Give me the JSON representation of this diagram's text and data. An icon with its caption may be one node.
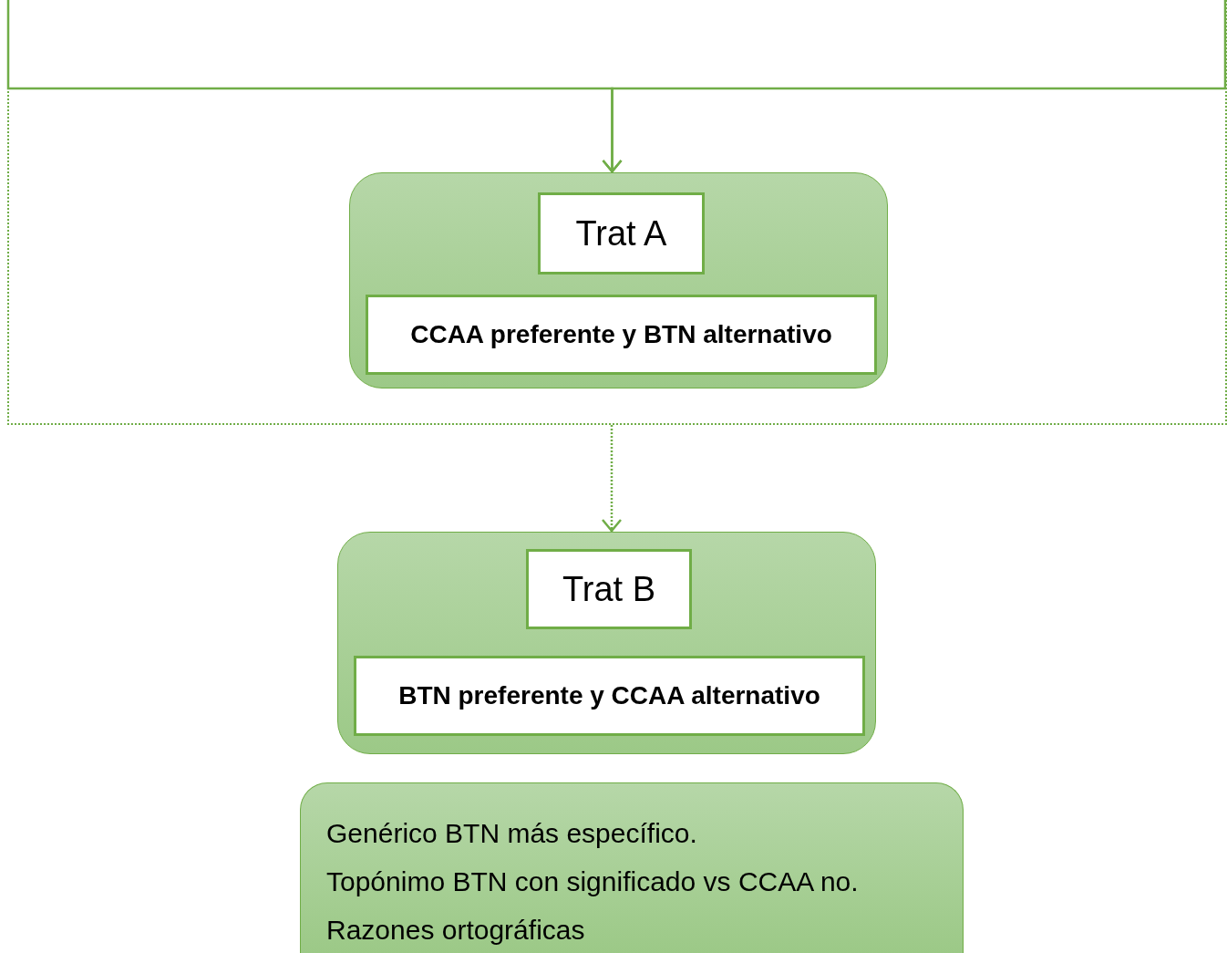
{
  "diagram": {
    "nodes": [
      {
        "text": [],
        "shape": "box"
      },
      {
        "text": [],
        "shape": "box",
        "in": 0
      },
      {
        "text": [
          "Trat A"
        ],
        "in": 1
      },
      {
        "text": [
          "CCAA preferente y BTN alternativo"
        ],
        "in": 1
      },
      {
        "text": [],
        "shape": "box"
      },
      {
        "text": [
          "Trat B"
        ],
        "in": 4
      },
      {
        "text": [
          "BTN preferente y CCAA alternativo"
        ],
        "in": 4
      },
      {
        "text": [
          "Genérico BTN más específico.",
          "Topónimo BTN con significado vs CCAA no.",
          "Razones ortográficas"
        ]
      }
    ],
    "edges": [
      {
        "from": null,
        "to": 1,
        "arrow": "to"
      },
      {
        "from": null,
        "to": 1,
        "arrow": "to"
      },
      {
        "from": 0,
        "to": 4,
        "arrow": "to",
        "style": "dashed"
      }
    ]
  }
}
